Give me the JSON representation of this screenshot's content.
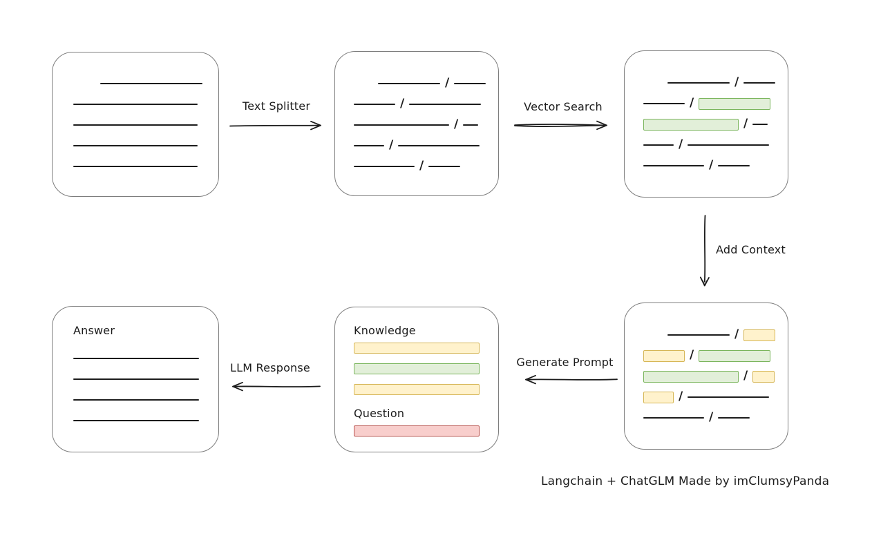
{
  "caption": "Langchain + ChatGLM Made by imClumsyPanda",
  "slash": "/",
  "colors": {
    "ink": "#1c1c1c",
    "box_border": "#7d7d7d",
    "green_fill": "#e2efd9",
    "green_border": "#7ab55c",
    "yellow_fill": "#fff2cc",
    "yellow_border": "#d6b656",
    "red_fill": "#f8cecc",
    "red_border": "#b85450"
  },
  "arrows": {
    "text_splitter": "Text Splitter",
    "vector_search": "Vector Search",
    "add_context": "Add Context",
    "generate_prompt": "Generate Prompt",
    "llm_response": "LLM Response"
  },
  "nodes": {
    "document": {
      "rows": [
        [
          {
            "k": "gap",
            "w": 32
          },
          {
            "k": "line",
            "w": 148
          }
        ],
        [
          {
            "k": "line",
            "w": 180
          }
        ],
        [
          {
            "k": "line",
            "w": 180
          }
        ],
        [
          {
            "k": "line",
            "w": 180
          }
        ],
        [
          {
            "k": "line",
            "w": 180
          }
        ]
      ]
    },
    "chunks": {
      "rows": [
        [
          {
            "k": "gap",
            "w": 28
          },
          {
            "k": "line",
            "w": 90
          },
          {
            "k": "slash"
          },
          {
            "k": "line",
            "w": 46
          }
        ],
        [
          {
            "k": "line",
            "w": 60
          },
          {
            "k": "slash"
          },
          {
            "k": "line",
            "w": 104
          }
        ],
        [
          {
            "k": "line",
            "w": 138
          },
          {
            "k": "slash"
          },
          {
            "k": "line",
            "w": 22
          }
        ],
        [
          {
            "k": "line",
            "w": 44
          },
          {
            "k": "slash"
          },
          {
            "k": "line",
            "w": 118
          }
        ],
        [
          {
            "k": "line",
            "w": 88
          },
          {
            "k": "slash"
          },
          {
            "k": "line",
            "w": 46
          }
        ]
      ]
    },
    "matched_chunks": {
      "rows": [
        [
          {
            "k": "gap",
            "w": 28
          },
          {
            "k": "line",
            "w": 90
          },
          {
            "k": "slash"
          },
          {
            "k": "line",
            "w": 46
          }
        ],
        [
          {
            "k": "line",
            "w": 60
          },
          {
            "k": "slash"
          },
          {
            "k": "green",
            "w": 104
          }
        ],
        [
          {
            "k": "green",
            "w": 138
          },
          {
            "k": "slash"
          },
          {
            "k": "line",
            "w": 22
          }
        ],
        [
          {
            "k": "line",
            "w": 44
          },
          {
            "k": "slash"
          },
          {
            "k": "line",
            "w": 118
          }
        ],
        [
          {
            "k": "line",
            "w": 88
          },
          {
            "k": "slash"
          },
          {
            "k": "line",
            "w": 46
          }
        ]
      ]
    },
    "context_chunks": {
      "rows": [
        [
          {
            "k": "gap",
            "w": 28
          },
          {
            "k": "line",
            "w": 90
          },
          {
            "k": "slash"
          },
          {
            "k": "yellow",
            "w": 46
          }
        ],
        [
          {
            "k": "yellow",
            "w": 60
          },
          {
            "k": "slash"
          },
          {
            "k": "green",
            "w": 104
          }
        ],
        [
          {
            "k": "green",
            "w": 138
          },
          {
            "k": "slash"
          },
          {
            "k": "yellow",
            "w": 32
          }
        ],
        [
          {
            "k": "yellow",
            "w": 44
          },
          {
            "k": "slash"
          },
          {
            "k": "line",
            "w": 118
          }
        ],
        [
          {
            "k": "line",
            "w": 88
          },
          {
            "k": "slash"
          },
          {
            "k": "line",
            "w": 46
          }
        ]
      ]
    },
    "prompt": {
      "knowledge_label": "Knowledge",
      "question_label": "Question",
      "knowledge_bars": [
        "yellow",
        "green",
        "yellow"
      ],
      "question_bars": [
        "red"
      ]
    },
    "answer": {
      "label": "Answer",
      "rows": [
        [
          {
            "k": "line",
            "w": 182
          }
        ],
        [
          {
            "k": "line",
            "w": 182
          }
        ],
        [
          {
            "k": "line",
            "w": 182
          }
        ],
        [
          {
            "k": "line",
            "w": 182
          }
        ]
      ]
    }
  }
}
